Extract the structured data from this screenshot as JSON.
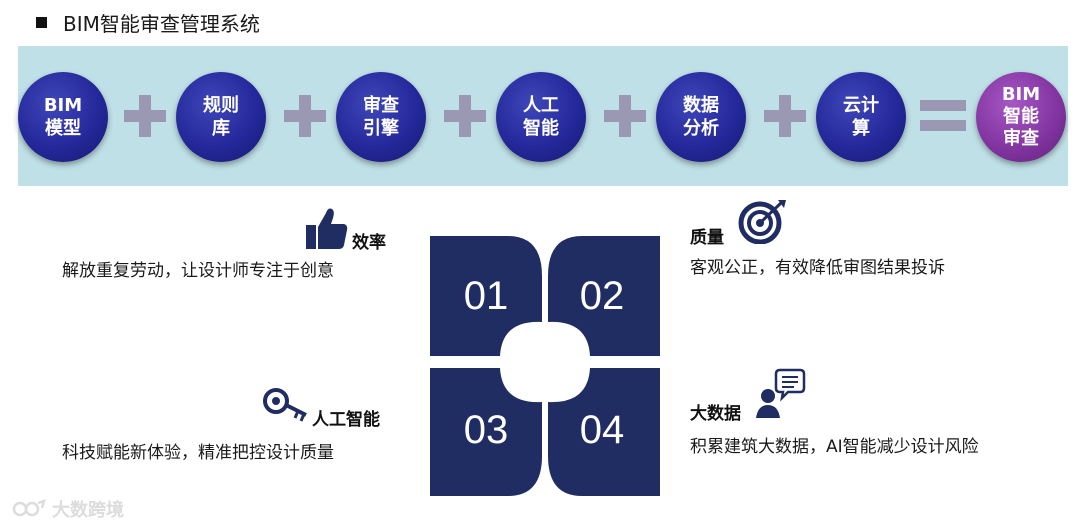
{
  "header": {
    "title": "BIM智能审查管理系统"
  },
  "formula": {
    "items": [
      {
        "label": "BIM\n模型"
      },
      {
        "label": "规则\n库"
      },
      {
        "label": "审查\n引擎"
      },
      {
        "label": "人工\n智能"
      },
      {
        "label": "数据\n分析"
      },
      {
        "label": "云计\n算"
      }
    ],
    "result": {
      "label": "BIM\n智能\n审查"
    }
  },
  "petals": {
    "p1": "01",
    "p2": "02",
    "p3": "03",
    "p4": "04"
  },
  "features": {
    "f1": {
      "title": "效率",
      "desc": "解放重复劳动，让设计师专注于创意",
      "icon": "thumbs-up-icon"
    },
    "f2": {
      "title": "质量",
      "desc": "客观公正，有效降低审图结果投诉",
      "icon": "target-icon"
    },
    "f3": {
      "title": "人工智能",
      "desc": "科技赋能新体验，精准把控设计质量",
      "icon": "key-icon"
    },
    "f4": {
      "title": "大数据",
      "desc": "积累建筑大数据，AI智能减少设计风险",
      "icon": "user-chat-icon"
    }
  },
  "watermark": {
    "text": "大数跨境"
  },
  "colors": {
    "band": "#bfe0e6",
    "circle_blue": "#24289a",
    "circle_purple": "#80339e",
    "petal": "#1f2d62",
    "operator": "#9a98b3"
  }
}
